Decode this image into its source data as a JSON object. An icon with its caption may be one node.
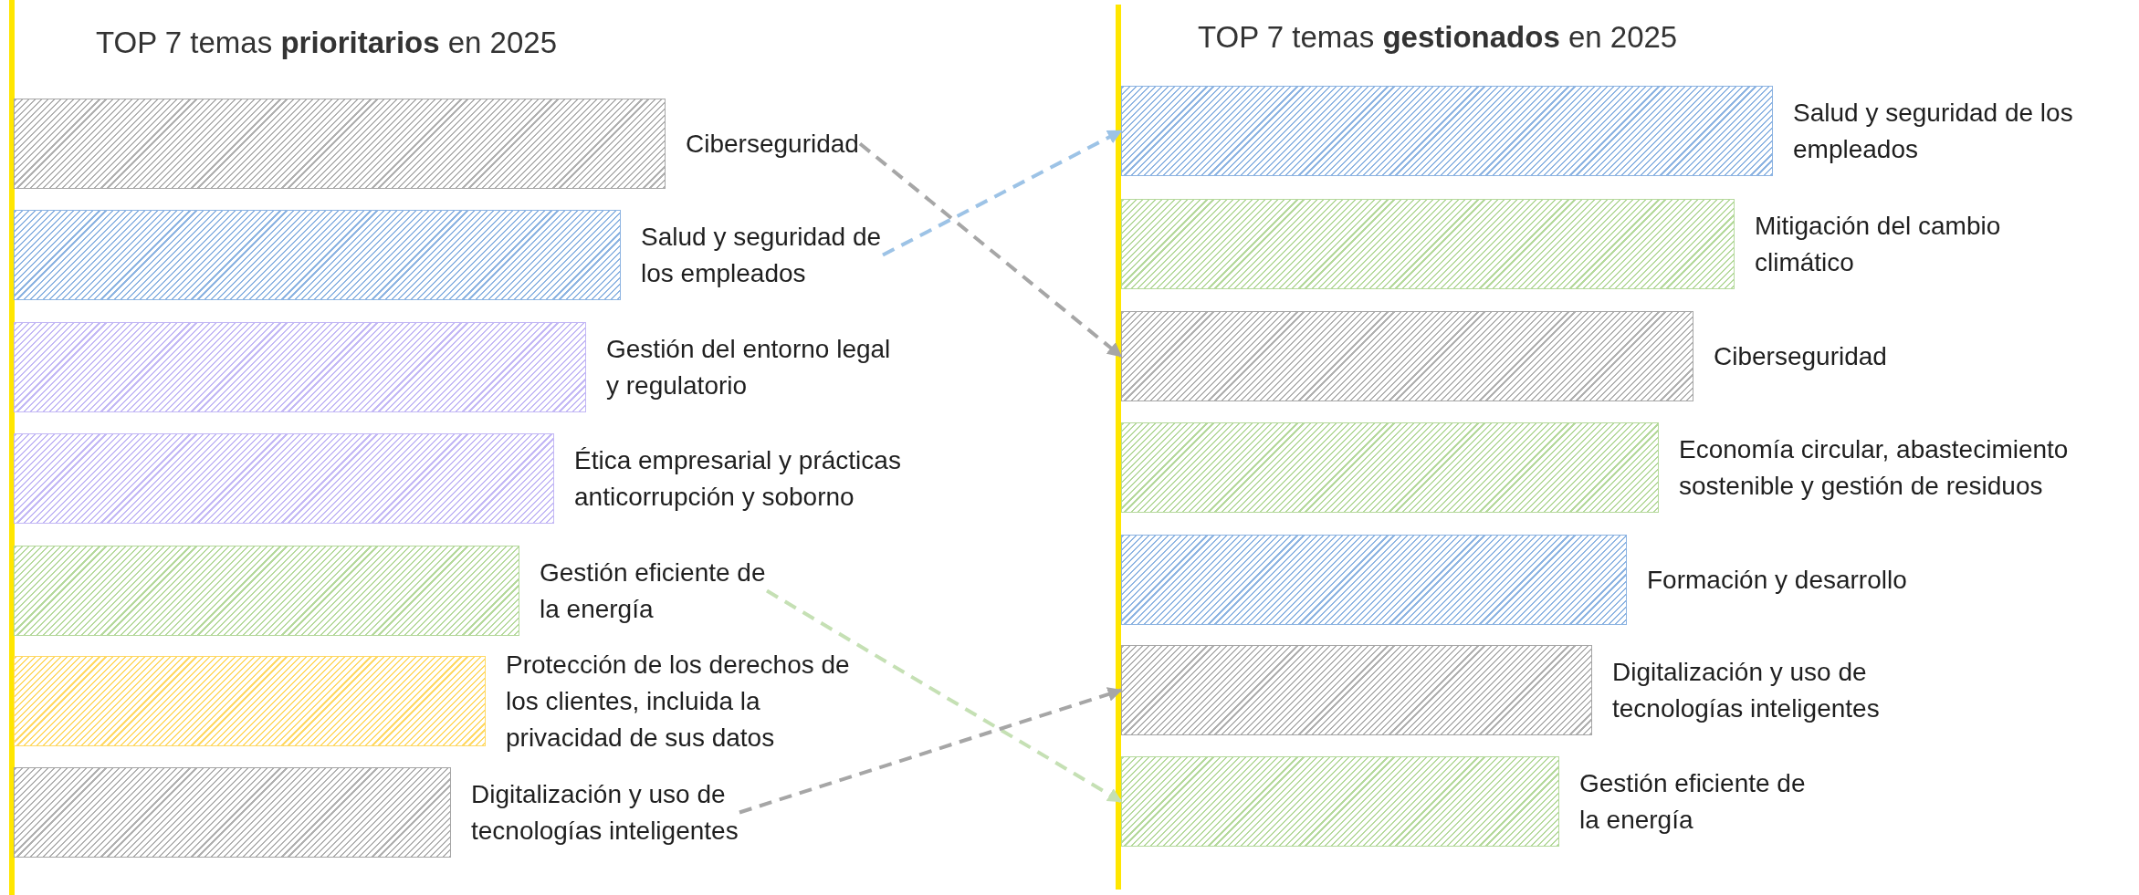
{
  "diagram": {
    "nodes": [
      {
        "text": [
          "Ciberseguridad"
        ]
      },
      {
        "text": [
          "Salud y seguridad de los empleados"
        ]
      },
      {
        "text": [
          "Gestión del entorno legal y regulatorio"
        ]
      },
      {
        "text": [
          "Ética empresarial y prácticas anticorrupción y soborno"
        ]
      },
      {
        "text": [
          "Gestión eficiente de la energía"
        ]
      },
      {
        "text": [
          "Protección de los derechos de los clientes, incluida la privacidad de sus datos"
        ]
      },
      {
        "text": [
          "Digitalización y uso de tecnologías inteligentes"
        ]
      },
      {
        "text": [
          "Salud y seguridad de los empleados"
        ]
      },
      {
        "text": [
          "Mitigación del cambio climático"
        ]
      },
      {
        "text": [
          "Ciberseguridad"
        ]
      },
      {
        "text": [
          "Economía circular, abastecimiento sostenible y gestión de residuos"
        ]
      },
      {
        "text": [
          "Formación y desarrollo"
        ]
      },
      {
        "text": [
          "Digitalización y uso de tecnologías inteligentes"
        ]
      },
      {
        "text": [
          "Gestión eficiente de la energía"
        ]
      }
    ],
    "edges": [
      {
        "from": 0,
        "to": 9,
        "arrow": "to",
        "style": "dashed"
      },
      {
        "from": 1,
        "to": 7,
        "arrow": "to",
        "style": "dashed",
        "color": "#9dc3e6"
      },
      {
        "from": 4,
        "to": 13,
        "arrow": "to",
        "style": "dashed",
        "color": "#c5e0b4"
      },
      {
        "from": 6,
        "to": 12,
        "arrow": "to",
        "style": "dashed"
      }
    ],
    "labels": [
      "TOP 7 temas **prioritarios** en 2025",
      "TOP 7 temas **gestionados** en 2025"
    ]
  }
}
